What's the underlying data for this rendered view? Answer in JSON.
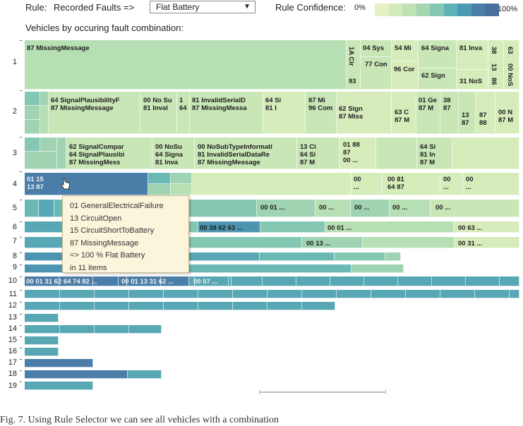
{
  "header": {
    "rule_label": "Rule:",
    "recorded_faults_label": "Recorded Faults =>",
    "selected_rule": "Flat Battery",
    "confidence_label": "Rule Confidence:",
    "conf_min": "0%",
    "conf_max": "100%",
    "legend_colors": [
      "#e6f2c3",
      "#d2eab7",
      "#bfe2b4",
      "#a6d6b0",
      "#84c7b2",
      "#5fb3b6",
      "#4d9bb3",
      "#4a7ea8",
      "#4a6f9e"
    ]
  },
  "subtitle": "Vehicles by occuring fault combination:",
  "rows": [
    "1",
    "2",
    "3",
    "4",
    "5",
    "6",
    "7",
    "8",
    "9",
    "10",
    "11",
    "12",
    "13",
    "14",
    "15",
    "16",
    "17",
    "18",
    "19"
  ],
  "labels": {
    "r1_a": "87 MissingMessage",
    "r1_b": "04 Sys",
    "r1_c": "77 Con",
    "r1_d": "54 Mi",
    "r1_e": "96 Cor",
    "r1_f": "64 Signa",
    "r1_g": "62 Sign",
    "r1_h": "81 Inva",
    "r1_i": "31 NoS",
    "r1_j": "93",
    "r1_v1": "1A Cir",
    "r1_v2": "38",
    "r1_v3": "13",
    "r1_v4": "86",
    "r1_v5": "63",
    "r1_v6": "00 NoS",
    "r2_a": "64 SignalPlausibilityF\n87 MissingMessage",
    "r2_b": "00 No Su\n81 Inval",
    "r2_c": "1\n64",
    "r2_d": "81 InvalidSerialD\n87 MissingMessa",
    "r2_e": "64 Si\n81 I",
    "r2_f": "87 Mi\n96 Com",
    "r2_g": "62 Sign\n87 Miss",
    "r2_h": "63 C\n87 M",
    "r2_i": "01 Ge\n87 M",
    "r2_j": "38\n87",
    "r2_k": "13\n87",
    "r2_l": "87\n88",
    "r2_m": "00 N\n87 M",
    "r3_a": "62 SignalCompar\n64 SignalPlausibi\n87 MissingMess",
    "r3_b": "00 NoSu\n64 Signa\n81 Inva",
    "r3_c": "00 NoSubTypeInformati\n81 InvalidSerialDataRe\n87 MissingMessage",
    "r3_d": "13 Ci\n64 Si\n87 M",
    "r3_e": "01 88\n87\n00 ...",
    "r3_f": "64 Si\n81 In\n87 M",
    "r4_a": "01 15\n13 87",
    "r4_b": "00\n...",
    "r4_c": "00 81\n64 87",
    "r4_d": "00\n...",
    "r4_e": "00\n...",
    "r5_a": "00 01 ...",
    "r5_b": "00 ...",
    "r5_c": "00 ...",
    "r5_d": "00 ...",
    "r5_e": "00 ...",
    "r6_a": "00 38 62 63 ...",
    "r6_b": "00 01 ...",
    "r6_c": "00 63 ...",
    "r7_a": "00 13 ...",
    "r7_b": "00 31 ...",
    "r10_a": "00 01 31 62 64 74 82 ...",
    "r10_b": "00 01 13 31 62 ...",
    "r10_c": "00 07 ..."
  },
  "tooltip": {
    "lines": [
      "01 GeneralElectricalFailure",
      "13 CircuitOpen",
      "15 CircuitShortToBattery",
      "87 MissingMessage",
      "=> 100 % Flat Battery",
      "in 11 items"
    ]
  },
  "caption": "Fig. 7.   Using Rule Selector we can see all vehicles with a combination"
}
